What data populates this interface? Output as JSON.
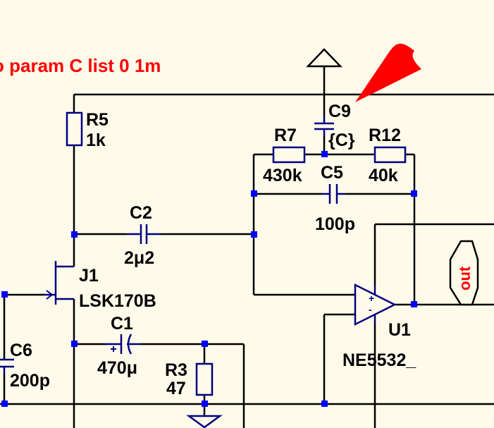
{
  "directive": {
    "text": "o param C list 0 1m",
    "color": "#ff0000"
  },
  "colors": {
    "background": "#fffbeb",
    "wire": "#000000",
    "component": "#000080",
    "junction": "#0000ff",
    "label": "#000000",
    "cursor": "#ff0000"
  },
  "components": {
    "r5": {
      "ref": "R5",
      "value": "1k"
    },
    "r7": {
      "ref": "R7",
      "value": "430k"
    },
    "r12": {
      "ref": "R12",
      "value": "40k"
    },
    "r3": {
      "ref": "R3",
      "value": "47"
    },
    "c9": {
      "ref": "C9",
      "value": "{C}"
    },
    "c5": {
      "ref": "C5",
      "value": "100p"
    },
    "c2": {
      "ref": "C2",
      "value": "2μ2"
    },
    "c1": {
      "ref": "C1",
      "value": "470μ"
    },
    "c6": {
      "ref": "C6",
      "value": "200p"
    },
    "j1": {
      "ref": "J1",
      "value": "LSK170B"
    },
    "u1": {
      "ref": "U1",
      "value": "NE5532_"
    }
  },
  "net_labels": {
    "out": "out"
  },
  "opamp_pins": {
    "plus": "+",
    "minus": "-"
  },
  "icons": {
    "cursor": "red-arrow-cursor-icon",
    "ground": "ground-icon"
  }
}
